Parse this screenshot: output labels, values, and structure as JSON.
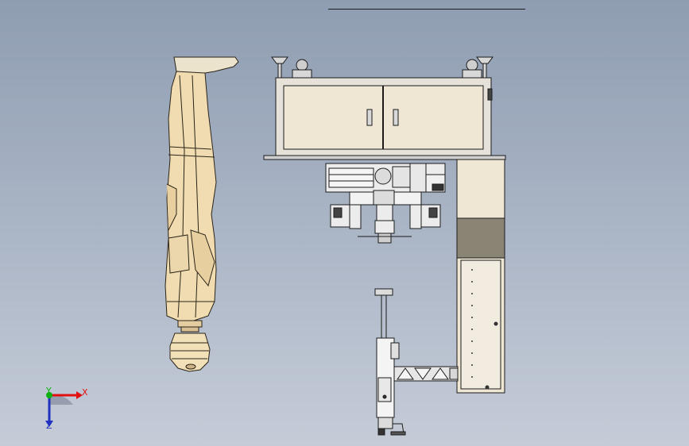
{
  "window": {
    "title": ""
  },
  "triad": {
    "x_label": "X",
    "y_label": "Y",
    "z_label": "Z",
    "x_color": "#e01010",
    "y_color": "#10b010",
    "z_color": "#2030c0"
  },
  "colors": {
    "background_top": "#8f9db2",
    "background_bottom": "#c5ccd8",
    "cabinet_panel": "#efe6d3",
    "cabinet_frame": "#e6e2da",
    "column_band": "#8a8474",
    "robot_arm": "#f0dcb0",
    "line": "#1b1b1b"
  },
  "scene": {
    "name": "robot-cell-front-view"
  }
}
